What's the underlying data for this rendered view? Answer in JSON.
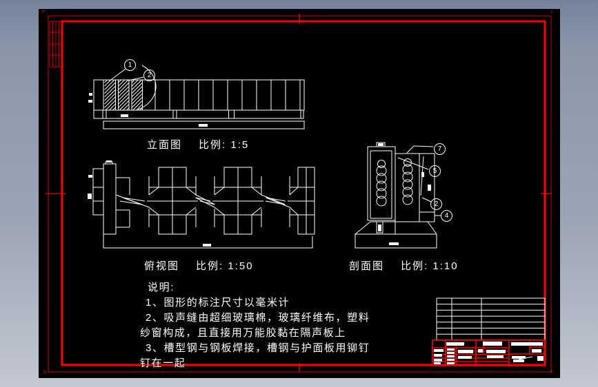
{
  "colors": {
    "frame_red": "#ff0000",
    "thin_red": "#c80000",
    "linework_white": "#ffffff",
    "canvas_black": "#000000",
    "workspace_gray_top": "#76829a",
    "workspace_gray_bottom": "#c3c8d2"
  },
  "views": {
    "elevation": {
      "title": "立面图",
      "scale": "比例: 1:5"
    },
    "plan": {
      "title": "俯视图",
      "scale": "比例: 1:50"
    },
    "section": {
      "title": "剖面图",
      "scale": "比例: 1:10"
    }
  },
  "balloons": {
    "e1": "1",
    "e2": "2",
    "s7": "7",
    "s5": "5",
    "s2": "2",
    "s4": "4"
  },
  "notes": {
    "heading": "说明:",
    "items": [
      "1、图形的标注尺寸以毫米计",
      "2、吸声缝由超细玻璃棉，玻璃纤维布，塑料",
      "纱窗构成，且直接用万能胶黏在隔声板上",
      "3、槽型钢与钢板焊接，槽钢与护面板用铆钉",
      "钉在一起"
    ]
  }
}
